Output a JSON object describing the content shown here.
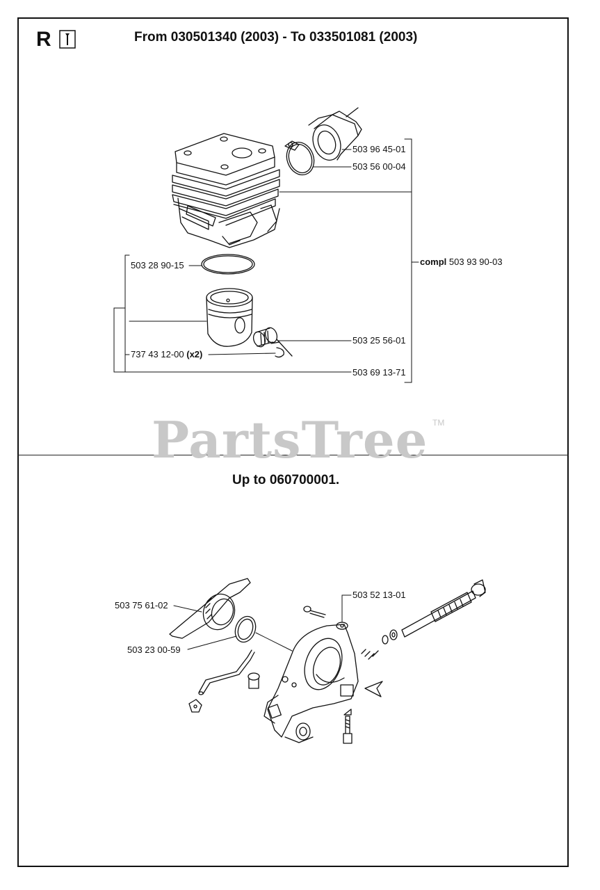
{
  "header": {
    "section_letter": "R",
    "title_top": "From 030501340 (2003) - To 033501081 (2003)",
    "title_bottom": "Up to 060700001."
  },
  "watermark": {
    "text": "PartsTree",
    "tm": "TM"
  },
  "top_diagram": {
    "labels": {
      "intake_boot": "503 96 45-01",
      "hose_clamp": "503 56 00-04",
      "compl_prefix": "compl",
      "compl_number": "503 93 90-03",
      "piston_ring": "503 28 90-15",
      "needle_bearing": "503 25 56-01",
      "circlip": "737 43 12-00",
      "circlip_qty": "(x2)",
      "piston_kit": "503 69 13-71"
    }
  },
  "bottom_diagram": {
    "labels": {
      "worm_gear": "503 75 61-02",
      "o_ring": "503 23 00-59",
      "oil_pump": "503 52 13-01"
    }
  }
}
